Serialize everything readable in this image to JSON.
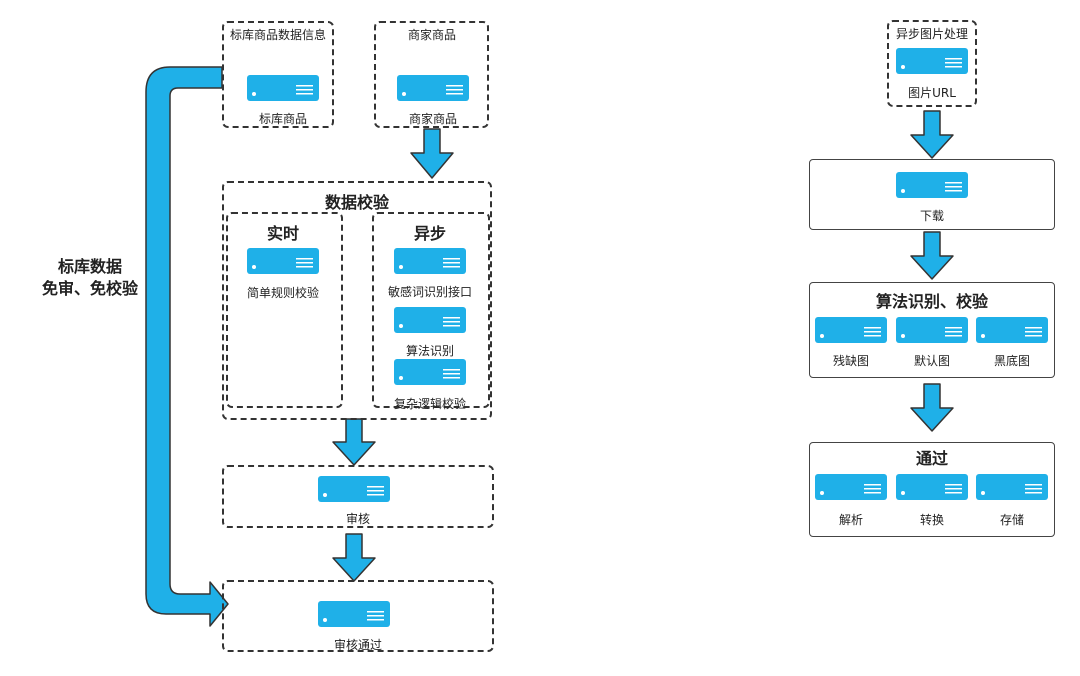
{
  "left": {
    "std_info_title": "标库商品数据信息",
    "std_item": "标库商品",
    "merchant_title": "商家商品",
    "merchant_item": "商家商品",
    "validate_title": "数据校验",
    "realtime_title": "实时",
    "realtime_item": "简单规则校验",
    "async_title": "异步",
    "async_items": [
      "敏感词识别接口",
      "算法识别",
      "复杂逻辑校验"
    ],
    "review": "审核",
    "review_pass": "审核通过",
    "bypass_line1": "标库数据",
    "bypass_line2": "免审、免校验"
  },
  "right": {
    "async_img_title": "异步图片处理",
    "img_url": "图片URL",
    "download": "下载",
    "algo_title": "算法识别、校验",
    "algo_items": [
      "残缺图",
      "默认图",
      "黑底图"
    ],
    "pass_title": "通过",
    "pass_items": [
      "解析",
      "转换",
      "存储"
    ]
  },
  "colors": {
    "accent": "#1fb0e8",
    "border": "#333333"
  }
}
